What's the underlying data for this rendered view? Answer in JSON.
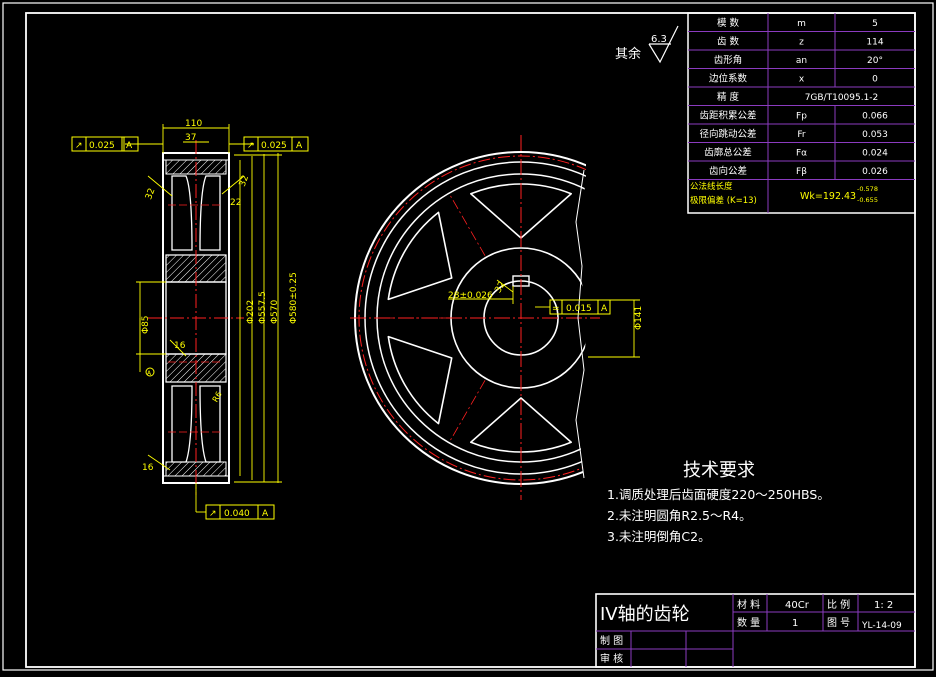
{
  "colors": {
    "background": "#000000",
    "frame": "#ffffff",
    "annotation": "#ffff00",
    "table_line": "#8b3bbf",
    "section_hatch": "#ffffff",
    "center_line": "#ff2020",
    "outline": "#ffffff",
    "table_text": "#ffffff"
  },
  "gear_params": {
    "rows": [
      {
        "name": "模  数",
        "symbol": "m",
        "value": "5"
      },
      {
        "name": "齿  数",
        "symbol": "z",
        "value": "114"
      },
      {
        "name": "齿形角",
        "symbol": "an",
        "value": "20°"
      },
      {
        "name": "边位系数",
        "symbol": "x",
        "value": "0"
      },
      {
        "name": "精  度",
        "symbol": "",
        "value": "7GB/T10095.1-2"
      },
      {
        "name": "齿距积累公差",
        "symbol": "Fp",
        "value": "0.066"
      },
      {
        "name": "径向跳动公差",
        "symbol": "Fr",
        "value": "0.053"
      },
      {
        "name": "齿廓总公差",
        "symbol": "Fα",
        "value": "0.024"
      },
      {
        "name": "齿向公差",
        "symbol": "Fβ",
        "value": "0.026"
      }
    ],
    "wk": {
      "label_line1": "公法线长度",
      "label_line2": "极限偏差 (K=13)",
      "value": "Wk=192.43",
      "upper": "-0.578",
      "lower": "-0.655"
    }
  },
  "roughness_note": {
    "prefix": "其余",
    "value": "6.3"
  },
  "side_view": {
    "width_top": "110",
    "hub_width": "37",
    "slot_left": "32",
    "slot_right": "32",
    "web_thickness": "22",
    "bore": "Φ85",
    "d1": "Φ202",
    "d2": "Φ557.5",
    "d3": "Φ570",
    "d4": "Φ580±0.25",
    "fillet": "16",
    "bottom_step": "16",
    "rough_web": "R6",
    "tol_left": {
      "symbol": "↗",
      "value": "0.025",
      "datum": "A"
    },
    "tol_right": {
      "symbol": "↗",
      "value": "0.025",
      "datum": "A"
    },
    "tol_bottom": {
      "symbol": "↗",
      "value": "0.040",
      "datum": "A"
    },
    "datum_label": "A"
  },
  "front_view": {
    "keyway_width": "28±0.026",
    "keyway_depth": "32",
    "hub_dim": "Φ141",
    "symmetry_tol": {
      "symbol": "=",
      "value": "0.015",
      "datum": "A"
    }
  },
  "requirements": {
    "title": "技术要求",
    "items": [
      "1.调质处理后齿面硬度220～250HBS。",
      "2.未注明圆角R2.5～R4。",
      "3.未注明倒角C2。"
    ]
  },
  "title_block": {
    "part_name": "IV轴的齿轮",
    "material_label": "材 料",
    "material_value": "40Cr",
    "scale_label": "比 例",
    "scale_value": "1: 2",
    "qty_label": "数 量",
    "qty_value": "1",
    "drawing_no_label": "图 号",
    "drawing_no_value": "YL-14-09",
    "drawn_label": "制 图",
    "check_label": "审 核"
  }
}
